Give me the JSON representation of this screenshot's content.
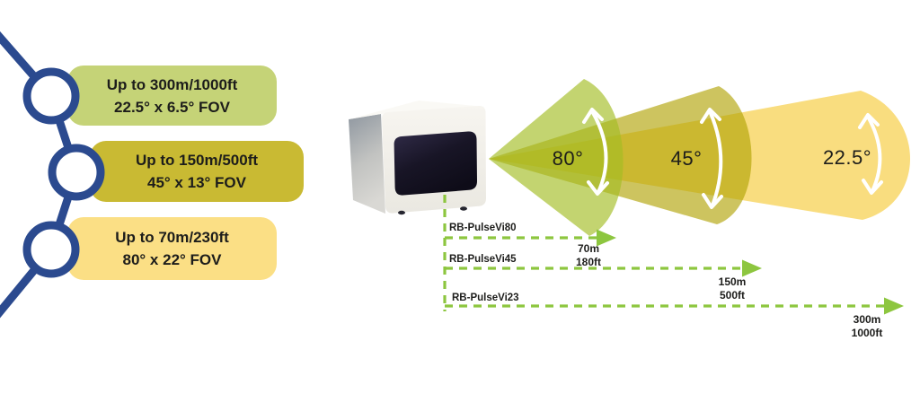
{
  "badges": [
    {
      "line1": "Up to 300m/1000ft",
      "line2": "22.5° x 6.5° FOV"
    },
    {
      "line1": "Up to 150m/500ft",
      "line2": "45° x 13° FOV"
    },
    {
      "line1": "Up to 70m/230ft",
      "line2": "80° x 22° FOV"
    }
  ],
  "cones": [
    {
      "angle": "80°",
      "model": "RB-PulseVi80",
      "range_m": "70m",
      "range_ft": "180ft"
    },
    {
      "angle": "45°",
      "model": "RB-PulseVi45",
      "range_m": "150m",
      "range_ft": "500ft"
    },
    {
      "angle": "22.5°",
      "model": "RB-PulseVi23",
      "range_m": "300m",
      "range_ft": "1000ft"
    }
  ],
  "colors": {
    "badge_green": "#c5d377",
    "badge_olive": "#c9ba33",
    "badge_yellow": "#fbdf85",
    "cone_green": "#a3bd23a6",
    "cone_olive": "#b0a101a1",
    "cone_yellow": "#f8d971e6",
    "connector_blue": "#2b4a8f",
    "arrow_green": "#8dc63f",
    "text_dark": "#1d1d1b"
  }
}
